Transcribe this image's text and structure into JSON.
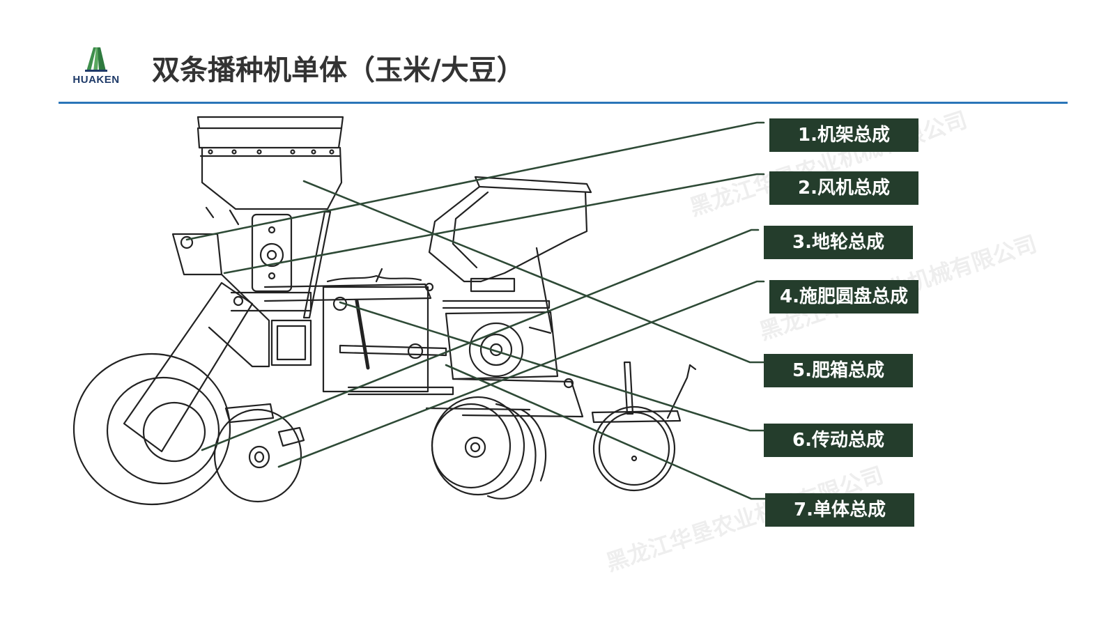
{
  "header": {
    "logo_text": "HUAKEN",
    "title": "双条播种机单体（玉米/大豆）"
  },
  "colors": {
    "accent": "#2a75b8",
    "label_bg": "#243d2c",
    "leader_line": "#2e4a36",
    "drawing_stroke": "#222222",
    "title_text": "#333333"
  },
  "labels": [
    {
      "id": "frame",
      "text": "1.机架总成"
    },
    {
      "id": "fan",
      "text": "2.风机总成"
    },
    {
      "id": "ground-wheel",
      "text": "3.地轮总成"
    },
    {
      "id": "fertilizer-disc",
      "text": "4.施肥圆盘总成"
    },
    {
      "id": "fertilizer-box",
      "text": "5.肥箱总成"
    },
    {
      "id": "transmission",
      "text": "6.传动总成"
    },
    {
      "id": "unit",
      "text": "7.单体总成"
    }
  ],
  "watermark": {
    "text": "黑龙江华垦农业机械有限公司"
  }
}
